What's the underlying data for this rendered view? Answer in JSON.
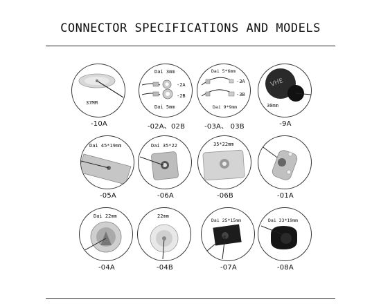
{
  "title": "CONNECTOR SPECIFICATIONS AND MODELS",
  "items": [
    {
      "model": "-10A",
      "texts": [
        "37MM"
      ]
    },
    {
      "model": "-02A、02B",
      "texts": [
        "Dai 3mm",
        "-2A",
        "-2B",
        "Dai 5mm"
      ]
    },
    {
      "model": "-03A、 03B",
      "texts": [
        "Dai 5*6mm",
        "-3A",
        "-3B",
        "Dai 9*9mm"
      ]
    },
    {
      "model": "-9A",
      "texts": [
        "30mm"
      ]
    },
    {
      "model": "-05A",
      "texts": [
        "Dai 45*19mm"
      ]
    },
    {
      "model": "-06A",
      "texts": [
        "Dai 35*22"
      ]
    },
    {
      "model": "-06B",
      "texts": [
        "35*22mm"
      ]
    },
    {
      "model": "-01A",
      "texts": []
    },
    {
      "model": "-04A",
      "texts": [
        "Dai 22mm"
      ]
    },
    {
      "model": "-04B",
      "texts": [
        "22mm"
      ]
    },
    {
      "model": "-07A",
      "texts": [
        "Dai 25*15mm"
      ]
    },
    {
      "model": "-08A",
      "texts": [
        "Dai 33*19mm"
      ]
    }
  ]
}
